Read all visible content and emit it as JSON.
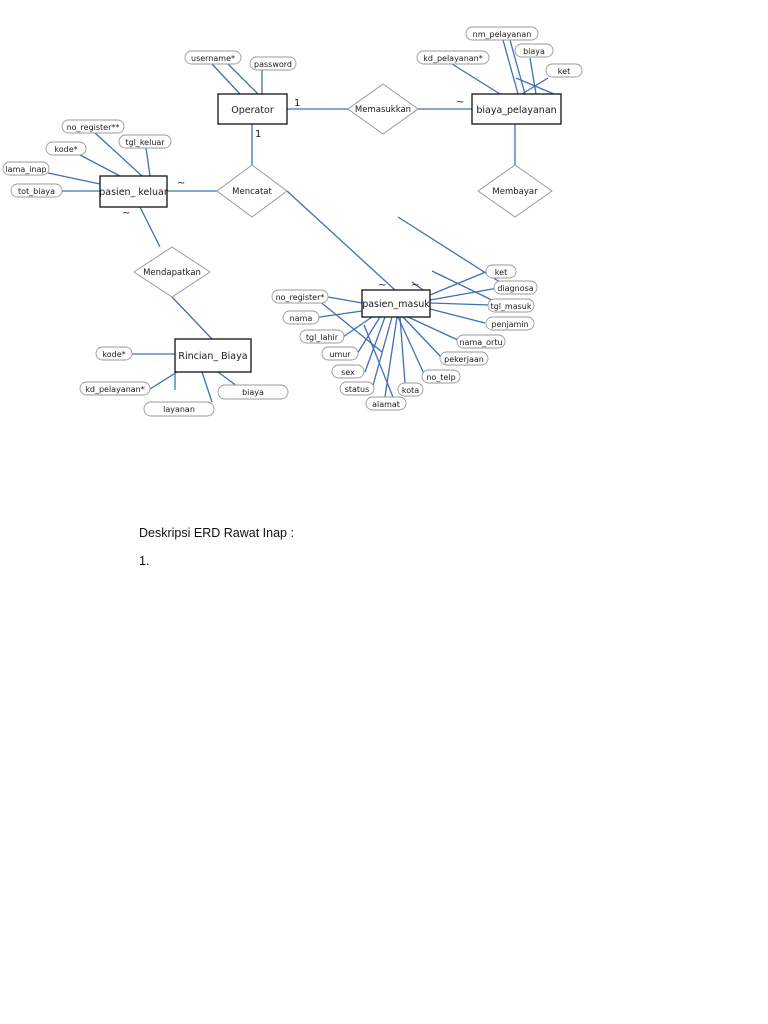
{
  "entities": {
    "operator": "Operator",
    "biaya_pelayanan": "biaya_pelayanan",
    "pasien_keluar": "pasien_ keluar",
    "pasien_masuk": "pasien_masuk",
    "rincian_biaya": "Rincian_ Biaya"
  },
  "relationships": {
    "memasukkan": "Memasukkan",
    "mencatat": "Mencatat",
    "membayar": "Membayar",
    "mendapatkan": "Mendapatkan"
  },
  "attributes": {
    "operator": [
      "username*",
      "password"
    ],
    "biaya_pelayanan": [
      "nm_pelayanan",
      "biaya",
      "kd_pelayanan*",
      "ket"
    ],
    "pasien_keluar": [
      "no_register**",
      "kode*",
      "tgl_keluar",
      "lama_inap",
      "tot_biaya"
    ],
    "pasien_masuk_left": [
      "no_register*",
      "nama",
      "tgl_lahir",
      "umur",
      "sex",
      "status",
      "alamat",
      "kota"
    ],
    "pasien_masuk_right": [
      "ket",
      "diagnosa",
      "tgl_masuk",
      "penjamin",
      "nama_ortu",
      "pekerjaan",
      "no_telp"
    ],
    "rincian_biaya": [
      "kode*",
      "kd_pelayanan*",
      "biaya",
      "layanan"
    ]
  },
  "cardinalities": {
    "operator_memasukkan": "1",
    "memasukkan_biaya": "~",
    "operator_mencatat": "1",
    "keluar_mencatat": "~",
    "keluar_mendapatkan": "~",
    "masuk_1": "~",
    "masuk_2": "~"
  },
  "description": {
    "title": "Deskripsi ERD Rawat Inap :",
    "item": "1."
  }
}
